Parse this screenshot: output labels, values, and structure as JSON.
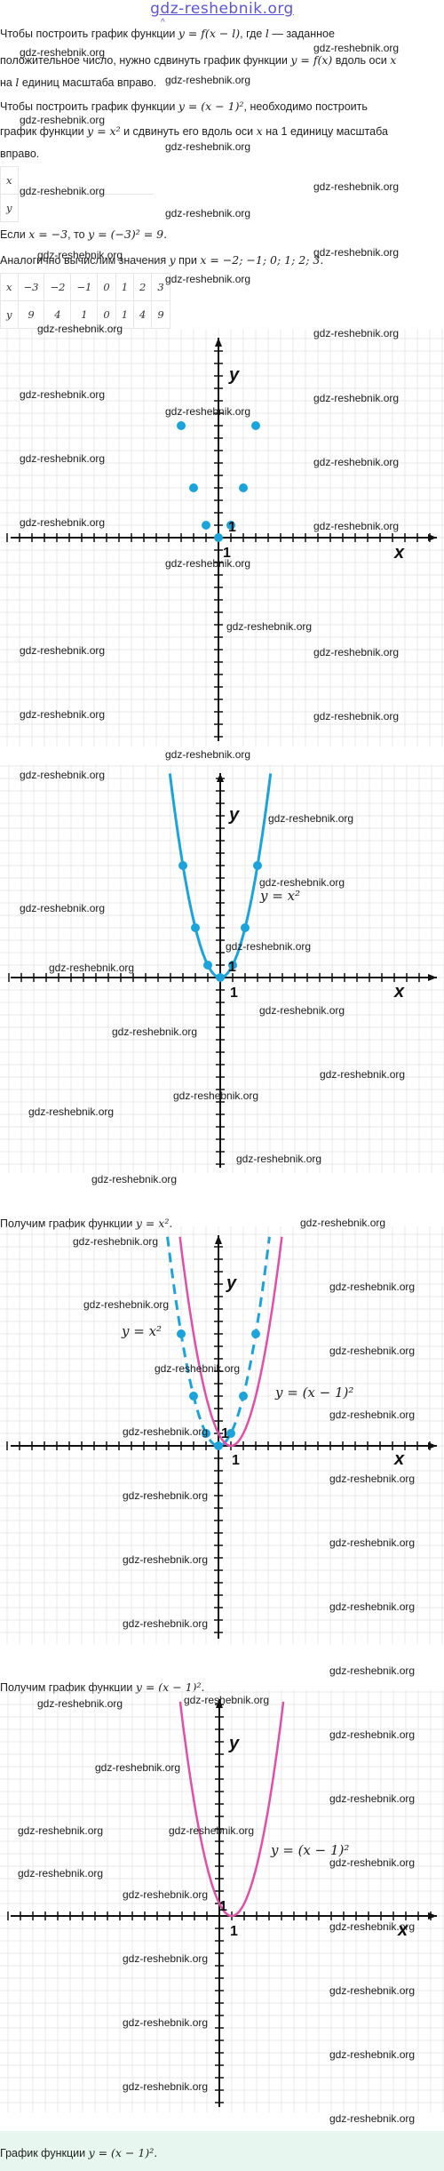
{
  "site": {
    "logo": "gdz-reshebnik.org"
  },
  "watermark": "gdz-reshebnik.org",
  "text": {
    "p1_a": "Чтобы построить график функции",
    "p1_f": "y = f(x − l)",
    "p1_b": ", где",
    "p1_l": "l",
    "p1_c": "— заданное",
    "p2_a": "положительное число, нужно сдвинуть график функции",
    "p2_f": "y = f(x)",
    "p2_b": "вдоль оси",
    "p2_x": "x",
    "p3_a": "на",
    "p3_l": "l",
    "p3_b": "единиц масштаба вправо.",
    "p4_a": "Чтобы построить график функции",
    "p4_f": "y = (x − 1)²",
    "p4_b": ", необходимо построить",
    "p5_a": "график функции",
    "p5_f": "y = x²",
    "p5_b": "и сдвинуть его вдоль оси",
    "p5_x": "x",
    "p5_c": "на",
    "p5_n": "1",
    "p5_d": "единицу масштаба",
    "p6": "вправо.",
    "p7_a": "Если",
    "p7_f": "x = −3",
    "p7_b": ", то",
    "p7_g": "y = (−3)² = 9.",
    "p8_a": "Аналогично вычислим значения",
    "p8_y": "y",
    "p8_b": "при",
    "p8_f": "x = −2; −1; 0; 1; 2; 3.",
    "p9_a": "Получим график функции",
    "p9_f": "y = x².",
    "p10_a": "Получим график функции",
    "p10_f": "y = (x − 1)².",
    "p11_a": "График функции",
    "p11_f": "y = (x − 1)²."
  },
  "table1": {
    "row_x": "x",
    "row_y": "y"
  },
  "table2": {
    "x_label": "x",
    "y_label": "y",
    "x_values": [
      "−3",
      "−2",
      "−1",
      "0",
      "1",
      "2",
      "3"
    ],
    "y_values": [
      "9",
      "4",
      "1",
      "0",
      "1",
      "4",
      "9"
    ]
  },
  "graph_labels": {
    "x": "x",
    "y": "y",
    "one_x": "1",
    "one_y": "1",
    "parabola": "y = x²",
    "shifted": "y = (x − 1)²"
  },
  "colors": {
    "points": "#1ba3dc",
    "parabola": "#1ba3dc",
    "shifted": "#e04fa8",
    "grid": "#e8e8e8",
    "axis": "#111111",
    "footer": "#e7f7ef",
    "logo": "#5a55d8"
  },
  "chart_data": [
    {
      "type": "scatter",
      "points": [
        [
          -3,
          9
        ],
        [
          -2,
          4
        ],
        [
          -1,
          1
        ],
        [
          0,
          0
        ],
        [
          1,
          1
        ],
        [
          2,
          4
        ],
        [
          3,
          9
        ]
      ],
      "xlabel": "x",
      "ylabel": "y"
    },
    {
      "type": "line",
      "function": "y = x^2",
      "points": [
        [
          -3,
          9
        ],
        [
          -2,
          4
        ],
        [
          -1,
          1
        ],
        [
          0,
          0
        ],
        [
          1,
          1
        ],
        [
          2,
          4
        ],
        [
          3,
          9
        ]
      ],
      "label": "y = x²",
      "xlabel": "x",
      "ylabel": "y"
    },
    {
      "type": "line",
      "series": [
        {
          "name": "y = x²",
          "style": "dashed"
        },
        {
          "name": "y = (x − 1)²",
          "style": "solid"
        }
      ],
      "points": [
        [
          -3,
          9
        ],
        [
          -2,
          4
        ],
        [
          -1,
          1
        ],
        [
          0,
          0
        ],
        [
          1,
          1
        ],
        [
          2,
          4
        ],
        [
          3,
          9
        ]
      ],
      "xlabel": "x",
      "ylabel": "y"
    },
    {
      "type": "line",
      "series": [
        {
          "name": "y = (x − 1)²",
          "style": "solid"
        }
      ],
      "xlabel": "x",
      "ylabel": "y"
    }
  ]
}
